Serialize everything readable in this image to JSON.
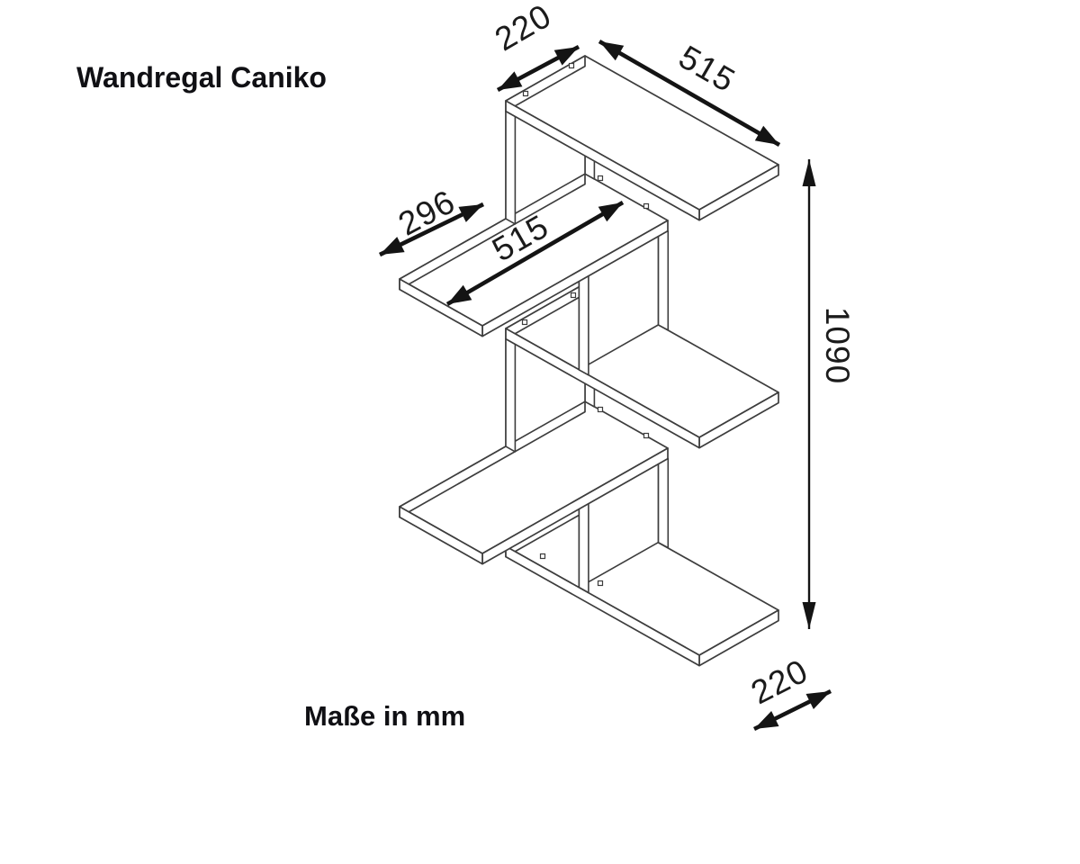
{
  "title": "Wandregal Caniko",
  "units_note": "Maße in mm",
  "dimensions": {
    "unit": "mm",
    "top_shelf_depth": "220",
    "top_shelf_width": "515",
    "middle_shelf_overhang": "296",
    "middle_shelf_width": "515",
    "total_height": "1090",
    "bottom_shelf_depth": "220"
  },
  "structure": {
    "shelf_count": 5,
    "divider_count": 4
  },
  "colors": {
    "background": "#ffffff",
    "drawing_line": "#3d3d3d",
    "ink": "#141414"
  }
}
